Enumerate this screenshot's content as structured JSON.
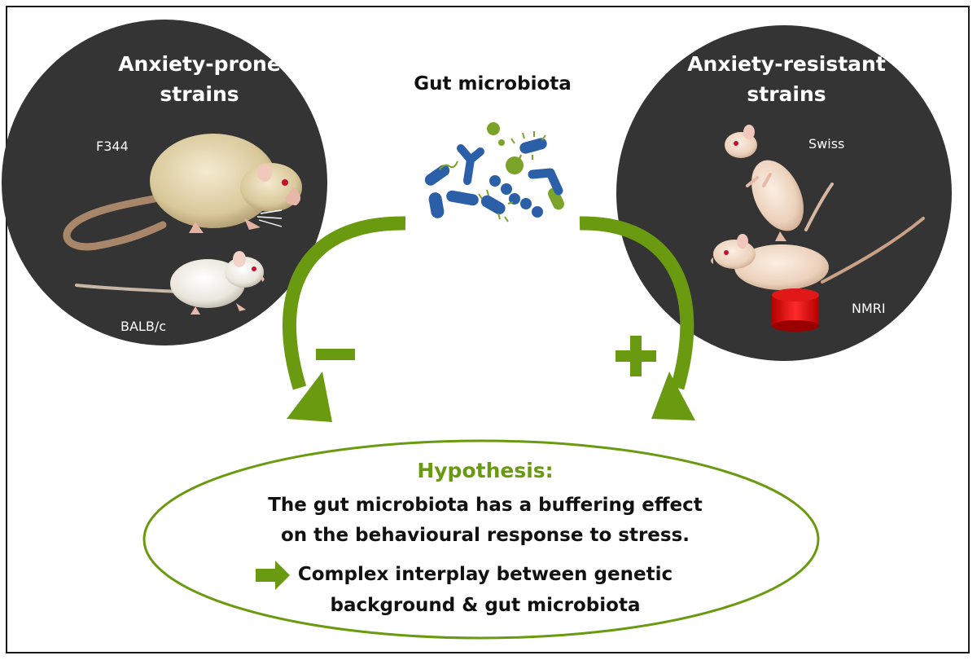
{
  "left_panel": {
    "title_line1": "Anxiety-prone",
    "title_line2": "strains",
    "strain_a": "F344",
    "strain_b": "BALB/c"
  },
  "right_panel": {
    "title_line1": "Anxiety-resistant",
    "title_line2": "strains",
    "strain_a": "Swiss",
    "strain_b": "NMRI"
  },
  "center": {
    "title": "Gut microbiota"
  },
  "hypothesis": {
    "heading": "Hypothesis:",
    "line1": "The gut microbiota has a buffering effect",
    "line2": "on the behavioural response to stress.",
    "line3": "Complex interplay between genetic",
    "line4": "background & gut microbiota"
  },
  "colors": {
    "green": "#6a9a10",
    "dark_circle": "#343434",
    "bacteria_blue": "#2b5fa8",
    "bacteria_green": "#7aa32a"
  }
}
